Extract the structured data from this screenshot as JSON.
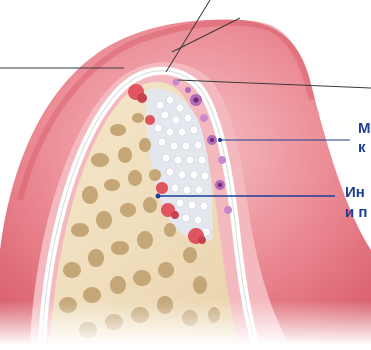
{
  "labels": {
    "macrophages_line1": "М",
    "macrophages_line2": "к",
    "infiltrate_line1": "Ин",
    "infiltrate_line2": "и п"
  },
  "colors": {
    "gum_outer": "#e8707c",
    "gum_inner": "#f3b3ba",
    "membrane": "#ffffff",
    "bone": "#f2e2c4",
    "bone_pore": "#b99a6e",
    "graft_granules": "#e6e8ef",
    "leader_dark": "#3a3a3a",
    "leader_blue": "#1f3f93",
    "label_blue": "#1f3f93"
  }
}
